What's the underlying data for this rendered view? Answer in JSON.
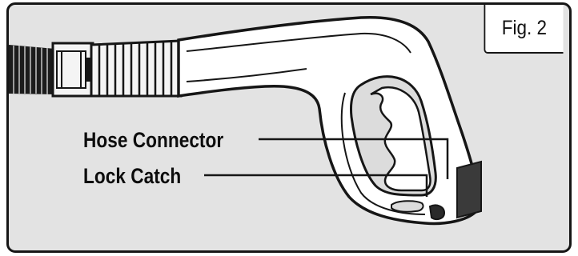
{
  "figure": {
    "label": "Fig. 2"
  },
  "callouts": {
    "hose_connector": "Hose Connector",
    "lock_catch": "Lock Catch"
  },
  "icons": {
    "illustration": "pressure-washer-spray-gun-icon",
    "hose": "hose-icon",
    "grip": "handle-grip-icon"
  },
  "colors": {
    "background": "#e3e3e3",
    "outline": "#161616",
    "part_fill": "#ffffff"
  }
}
